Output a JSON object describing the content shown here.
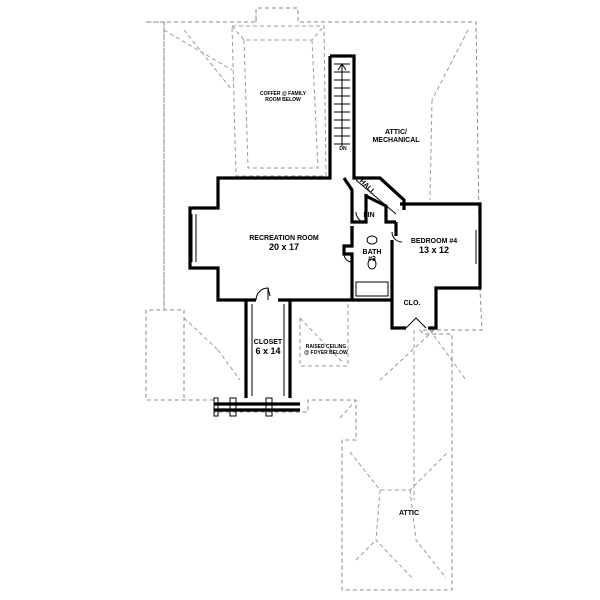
{
  "rooms": {
    "coffer": {
      "line1": "COFFER @ FAMILY",
      "line2": "ROOM BELOW"
    },
    "attic_mech": {
      "line1": "ATTIC/",
      "line2": "MECHANICAL"
    },
    "recreation": {
      "name": "RECREATION ROOM",
      "dims": "20 x 17"
    },
    "bedroom": {
      "name": "BEDROOM #4",
      "dims": "13 x 12"
    },
    "bath": {
      "name": "BATH",
      "num": "#3"
    },
    "closet": {
      "name": "CLOSET",
      "dims": "6 x 14"
    },
    "raised": {
      "line1": "RAISED CEILING",
      "line2": "@ FOYER BELOW"
    },
    "hall": {
      "name": "HALL"
    },
    "lin": {
      "name": "LIN"
    },
    "clo": {
      "name": "CLO."
    },
    "attic": {
      "name": "ATTIC"
    },
    "stair_dn": {
      "name": "DN"
    }
  }
}
